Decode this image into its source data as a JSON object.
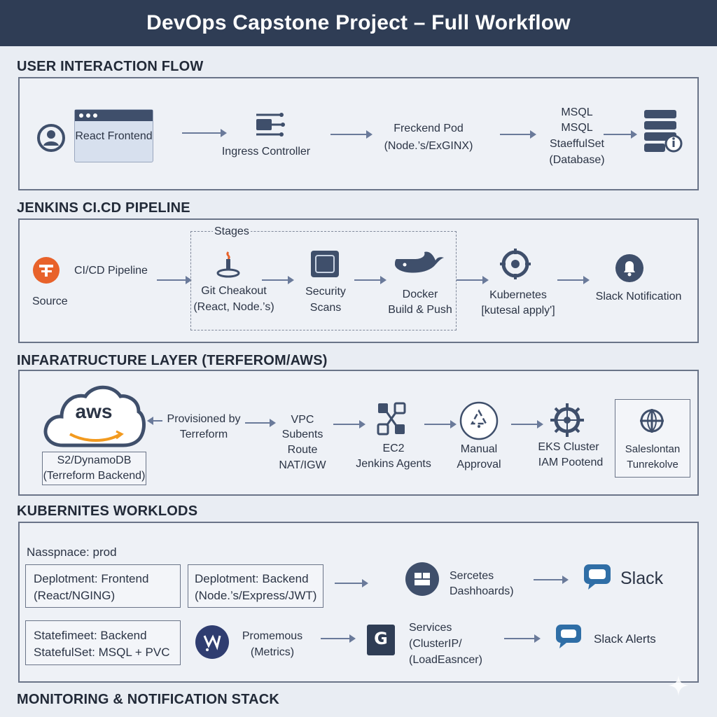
{
  "title": "DevOps Capstone Project – Full Workflow",
  "sections": {
    "user_flow": {
      "title": "USER INTERACTION FLOW",
      "frontend": "React Frontend",
      "ingress": "Ingress Controller",
      "backend_line1": "Freckend Pod",
      "backend_line2": "(Node.’s/ExGINX)",
      "db_line1": "MSQL",
      "db_line2": "MSQL",
      "db_line3": "StaeffulSet",
      "db_line4": "(Database)"
    },
    "pipeline": {
      "title": "JENKINS CI.CD PIPELINE",
      "source_label": "Source",
      "pipeline_label": "CI/CD Pipeline",
      "stages_label": "Stages",
      "git_line1": "Git Cheakout",
      "git_line2": "(React, Node.’s)",
      "security_line1": "Security",
      "security_line2": "Scans",
      "docker_line1": "Docker",
      "docker_line2": "Build & Push",
      "k8s_line1": "Kubernetes",
      "k8s_line2": "[kutesal apply']",
      "slack": "Slack Notification"
    },
    "infra": {
      "title": "INFARATRUCTURE LAYER (TERFEROM/AWS)",
      "aws_logo": "aws",
      "s3_line1": "S2/DynamoDB",
      "s3_line2": "(Terreform Backend)",
      "provisioned_line1": "Provisioned by",
      "provisioned_line2": "Terreform",
      "vpc_line1": "VPC",
      "vpc_line2": "Subents",
      "vpc_line3": "Route",
      "vpc_line4": "NAT/IGW",
      "ec2_line1": "EC2",
      "ec2_line2": "Jenkins Agents",
      "approval_line1": "Manual",
      "approval_line2": "Approval",
      "eks_line1": "EKS Cluster",
      "eks_line2": "IAM Pootend",
      "sales_line1": "Saleslontan",
      "sales_line2": "Tunrekolve"
    },
    "k8s": {
      "title": "KUBERNITES WORKLODS",
      "namespace": "Nasspnace: prod",
      "deploy_fe_line1": "Deplotment: Frontend",
      "deploy_fe_line2": "(React/NGING)",
      "deploy_be_line1": "Deplotment: Backend",
      "deploy_be_line2": "(Node.’s/Express/JWT)",
      "secrets_line1": "Sercetes",
      "secrets_line2": "Dashhoards)",
      "slack_logo": "Slack",
      "statefulset_line1": "Statefimeet: Backend",
      "statefulset_line2": "StatefulSet: MSQL + PVC",
      "prom_line1": "Promemous",
      "prom_line2": "(Metrics)",
      "services_line1": "Services",
      "services_line2": "(ClusterIP/",
      "services_line3": "(LoadEasncer)",
      "slack_alerts": "Slack Alerts"
    },
    "monitoring": {
      "title": "MONITORING & NOTIFICATION STACK"
    }
  },
  "colors": {
    "banner": "#2f3d55",
    "icon_dark": "#3f4f6b",
    "aws_orange": "#f29a1f",
    "source_orange": "#e8622a",
    "slack_blue": "#2f6ea6"
  }
}
